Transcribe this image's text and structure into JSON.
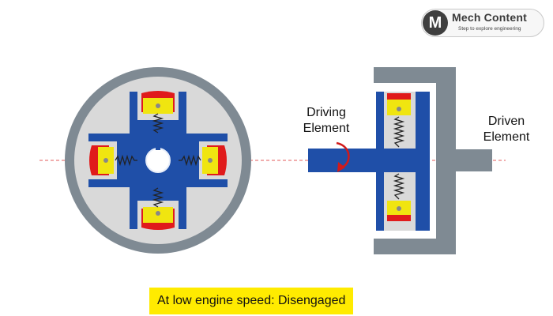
{
  "logo": {
    "initial": "M",
    "title": "Mech Content",
    "tagline": "Step to explore engineering"
  },
  "labels": {
    "driving": [
      "Driving",
      "Element"
    ],
    "driven": [
      "Driven",
      "Element"
    ]
  },
  "caption": "At low engine speed: Disengaged",
  "colors": {
    "housing": "#7f8a93",
    "housing_inner": "#d9d9d9",
    "hub": "#1f4fa8",
    "shoe_body": "#f0e510",
    "shoe_lining": "#e01b1b",
    "spring": "#222222",
    "axis_line": "#e35b5b",
    "rotation_arrow": "#d11a1a",
    "caption_bg": "#ffeb00"
  },
  "icons": {
    "rotation": "curved-arrow-icon",
    "logo": "gear-m-icon"
  }
}
